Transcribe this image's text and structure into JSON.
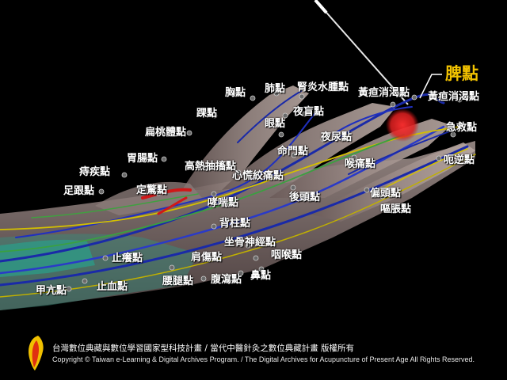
{
  "highlight": {
    "label": "脾點",
    "color": "#f2c200",
    "marker_color": "#e02020"
  },
  "points": {
    "huang_dan_1": "黃疸消渴點",
    "huang_dan_2": "黃疸消渴點",
    "ji_jiu": "急救點",
    "e_ni": "呃逆點",
    "pian_tou": "偏頭點",
    "ou_zhang": "嘔脹點",
    "hou_tong": "喉痛點",
    "ye_niao": "夜尿點",
    "hou_tou": "後頭點",
    "ye_mang": "夜盲點",
    "yan": "眼點",
    "ming_men": "命門點",
    "shen_yan": "腎炎水腫點",
    "fei": "肺點",
    "xiong": "胸點",
    "huai": "踝點",
    "bian_tao_ti": "扁桃體點",
    "wei_chang": "胃腸點",
    "gao_re": "高熱抽搐點",
    "xin_huang": "心慌絞痛點",
    "zhi_ji": "痔疾點",
    "zu_gen": "足跟點",
    "ding_jing": "定驚點",
    "xiao_chuan": "哮喘點",
    "bei_zhu": "背柱點",
    "zuo_gu": "坐骨神經點",
    "yan_hou": "咽喉點",
    "zhi_yang": "止癢點",
    "jian_tong": "肩傷點",
    "yao_tui": "腰腿點",
    "fu_xie": "腹瀉點",
    "bi": "鼻點",
    "jia_kang": "甲亢點",
    "zhi_xue": "止血點"
  },
  "footer": {
    "line1": "台灣數位典藏與數位學習國家型科技計畫 / 當代中醫針灸之數位典藏計畫 版權所有",
    "line2": "Copyright © Taiwan e-Learning & Digital Archives Program. / The Digital Archives for Acupuncture of Present Age All Rights Reserved."
  }
}
